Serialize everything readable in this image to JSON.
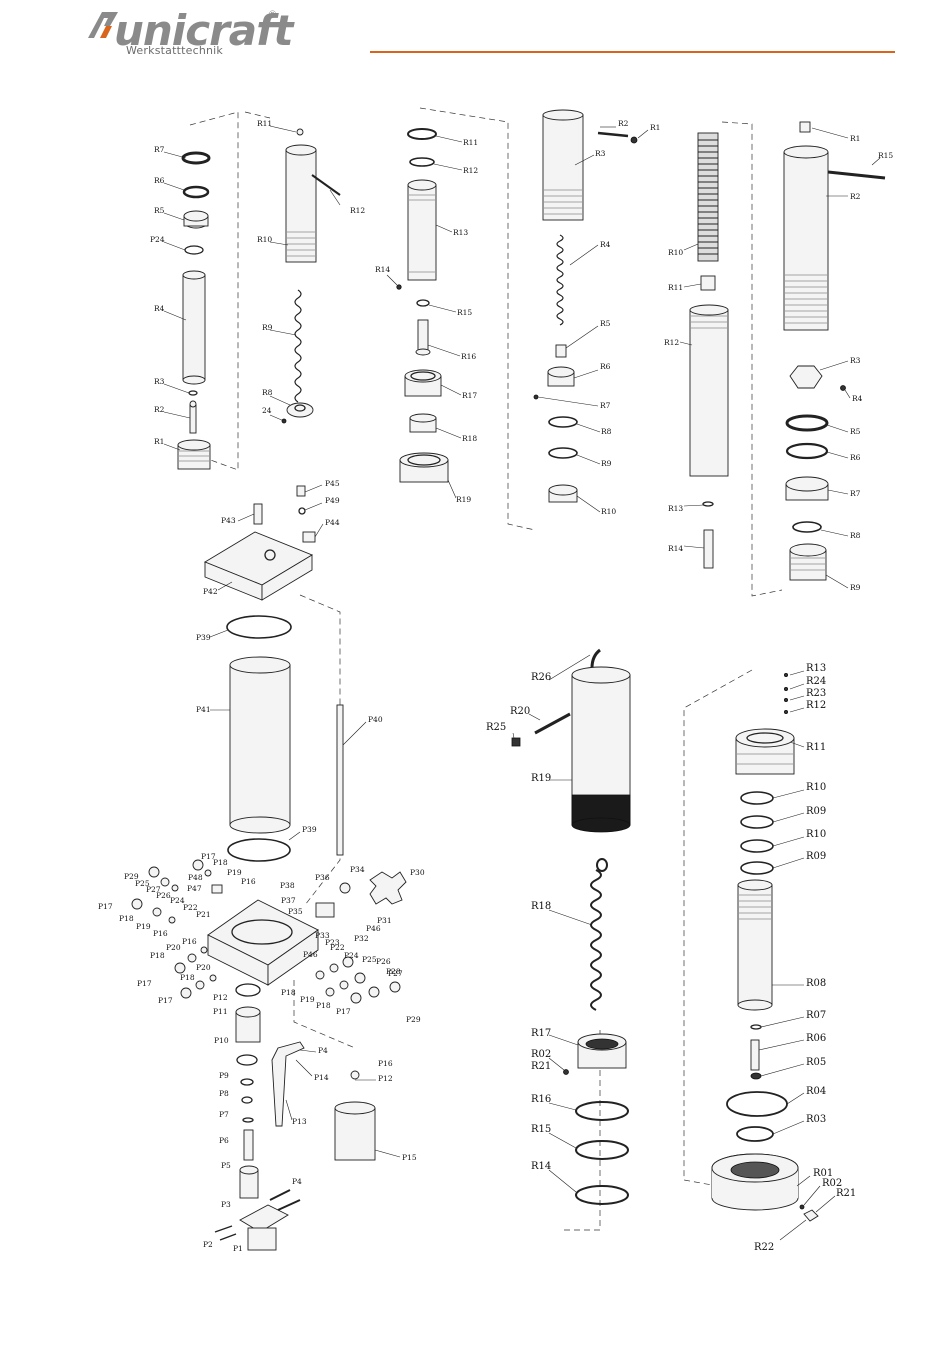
{
  "brand": {
    "name": "unicraft",
    "registered": "®",
    "subtitle": "Werkstatttechnik"
  },
  "labels": {
    "g1": [
      "R7",
      "R6",
      "R5",
      "P24",
      "R4",
      "R3",
      "R2",
      "R1",
      "R11",
      "R12",
      "R10",
      "R9",
      "R8",
      "24"
    ],
    "g2": [
      "R11",
      "R12",
      "R13",
      "R14",
      "R15",
      "R16",
      "R17",
      "R18",
      "R19"
    ],
    "g3": [
      "R2",
      "R1",
      "R3",
      "R4",
      "R5",
      "R6",
      "R7",
      "R8",
      "R9",
      "R10"
    ],
    "g4": [
      "R10",
      "R11",
      "R12",
      "R13",
      "R14"
    ],
    "g5": [
      "R1",
      "R15",
      "R2",
      "R3",
      "R4",
      "R5",
      "R6",
      "R7",
      "R8",
      "R9"
    ],
    "g6": [
      "P45",
      "P43",
      "P49",
      "P44",
      "P42",
      "P39",
      "P41",
      "P40",
      "P39",
      "P17",
      "P18",
      "P29",
      "P25",
      "P27",
      "P48",
      "P47",
      "P26",
      "P24",
      "P22",
      "P21",
      "P19",
      "P16",
      "P17",
      "P18",
      "P19",
      "P16",
      "P20",
      "P16",
      "P18",
      "P17",
      "P20",
      "P18",
      "P17",
      "P38",
      "P37",
      "P36",
      "P35",
      "P33",
      "P34",
      "P30",
      "P31",
      "P32",
      "P46",
      "P22",
      "P23",
      "P46",
      "P24",
      "P25",
      "P26",
      "P27",
      "P28",
      "P12",
      "P11",
      "P18",
      "P19",
      "P18",
      "P17",
      "P29",
      "P10",
      "P9",
      "P8",
      "P7",
      "P6",
      "P5",
      "P4",
      "P14",
      "P13",
      "P3",
      "P4",
      "P2",
      "P1",
      "P16",
      "P12",
      "P15"
    ],
    "g7": [
      "R26",
      "R20",
      "R25",
      "R19",
      "R18",
      "R17",
      "R02",
      "R21",
      "R16",
      "R15",
      "R14"
    ],
    "g8": [
      "R13",
      "R24",
      "R23",
      "R12",
      "R11",
      "R10",
      "R09",
      "R10",
      "R09",
      "R08",
      "R07",
      "R06",
      "R05",
      "R04",
      "R03",
      "R01",
      "R02",
      "R21",
      "R22"
    ]
  }
}
